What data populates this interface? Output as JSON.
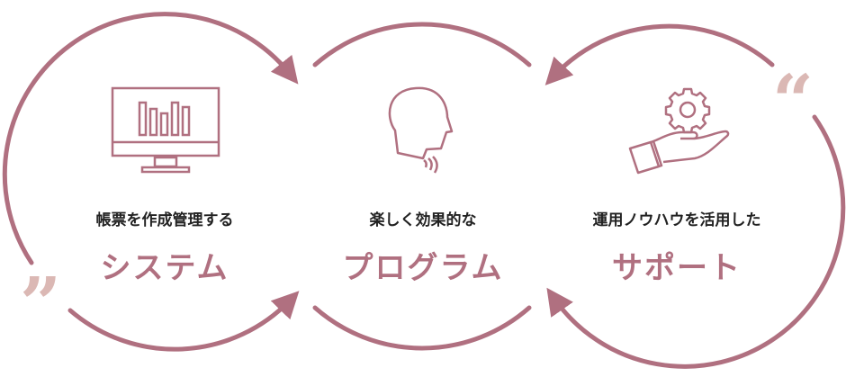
{
  "colors": {
    "accent": "#b07080",
    "quote": "#dbb8b4",
    "text": "#222222"
  },
  "steps": [
    {
      "subtitle": "帳票を作成管理する",
      "title": "システム",
      "icon": "monitor-chart-icon"
    },
    {
      "subtitle": "楽しく効果的な",
      "title": "プログラム",
      "icon": "speaking-head-icon"
    },
    {
      "subtitle": "運用ノウハウを活用した",
      "title": "サポート",
      "icon": "hand-gear-icon"
    }
  ]
}
